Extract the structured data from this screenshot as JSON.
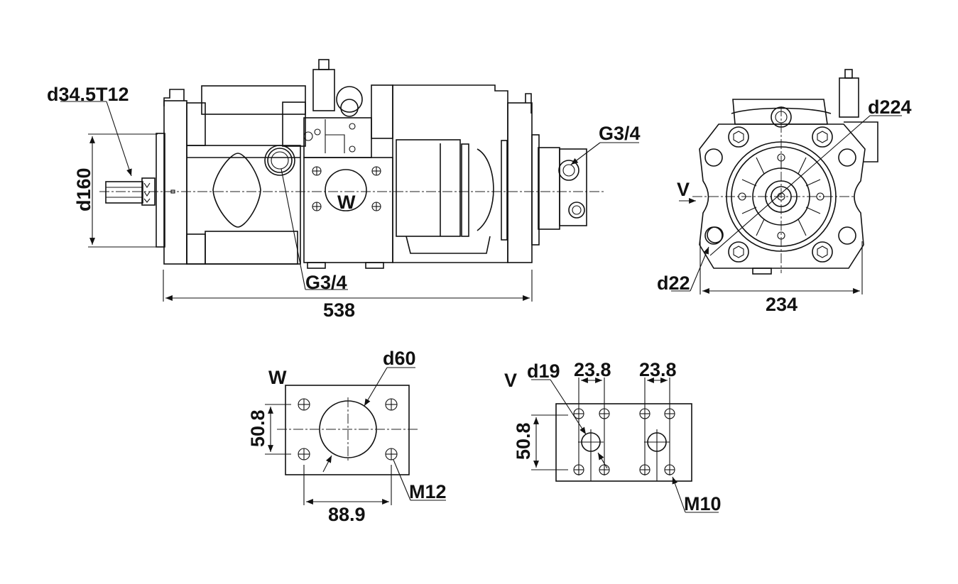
{
  "drawing": {
    "colors": {
      "line": "#111111",
      "background": "#ffffff"
    },
    "side_view": {
      "shaft_spec": "d34.5T12",
      "flange_diameter": "d160",
      "port_w_label": "W",
      "port_top_right": "G3/4",
      "port_bottom": "G3/4",
      "overall_length": "538"
    },
    "end_view": {
      "pilot_diameter": "d224",
      "port_v_label": "V",
      "mount_hole": "d22",
      "width": "234"
    },
    "port_w_detail": {
      "title": "W",
      "port_diameter": "d60",
      "vertical_spacing": "50.8",
      "horizontal_spacing": "88.9",
      "thread": "M12"
    },
    "port_v_detail": {
      "title": "V",
      "port_diameter": "d19",
      "spacing_left": "23.8",
      "spacing_right": "23.8",
      "vertical_spacing": "50.8",
      "thread": "M10"
    }
  }
}
